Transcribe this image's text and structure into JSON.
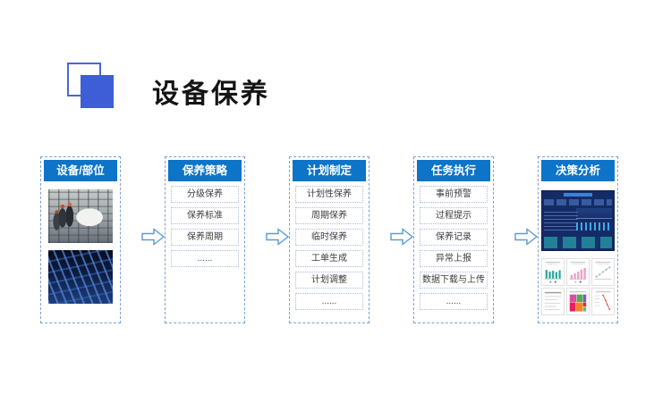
{
  "title": "设备保养",
  "columns": [
    {
      "header": "设备/部位",
      "images": [
        "industrial-plant-photo",
        "blue-piping-photo"
      ]
    },
    {
      "header": "保养策略",
      "items": [
        "分级保养",
        "保养标准",
        "保养周期",
        "......"
      ]
    },
    {
      "header": "计划制定",
      "items": [
        "计划性保养",
        "周期保养",
        "临时保养",
        "工单生成",
        "计划调整",
        "......"
      ]
    },
    {
      "header": "任务执行",
      "items": [
        "事前预警",
        "过程提示",
        "保养记录",
        "异常上报",
        "数据下载与上传",
        "......"
      ]
    },
    {
      "header": "决策分析",
      "previews": [
        "bi-dashboard-preview",
        "chart-thumbnails-grid"
      ]
    }
  ],
  "colors": {
    "header_blue": "#0d74c7",
    "column_border": "#7c9fd4",
    "item_border": "#a9bdd9",
    "arrow_outline": "#5b9bd5",
    "logo_blue": "#3d5ed6",
    "title_text": "#141414"
  }
}
